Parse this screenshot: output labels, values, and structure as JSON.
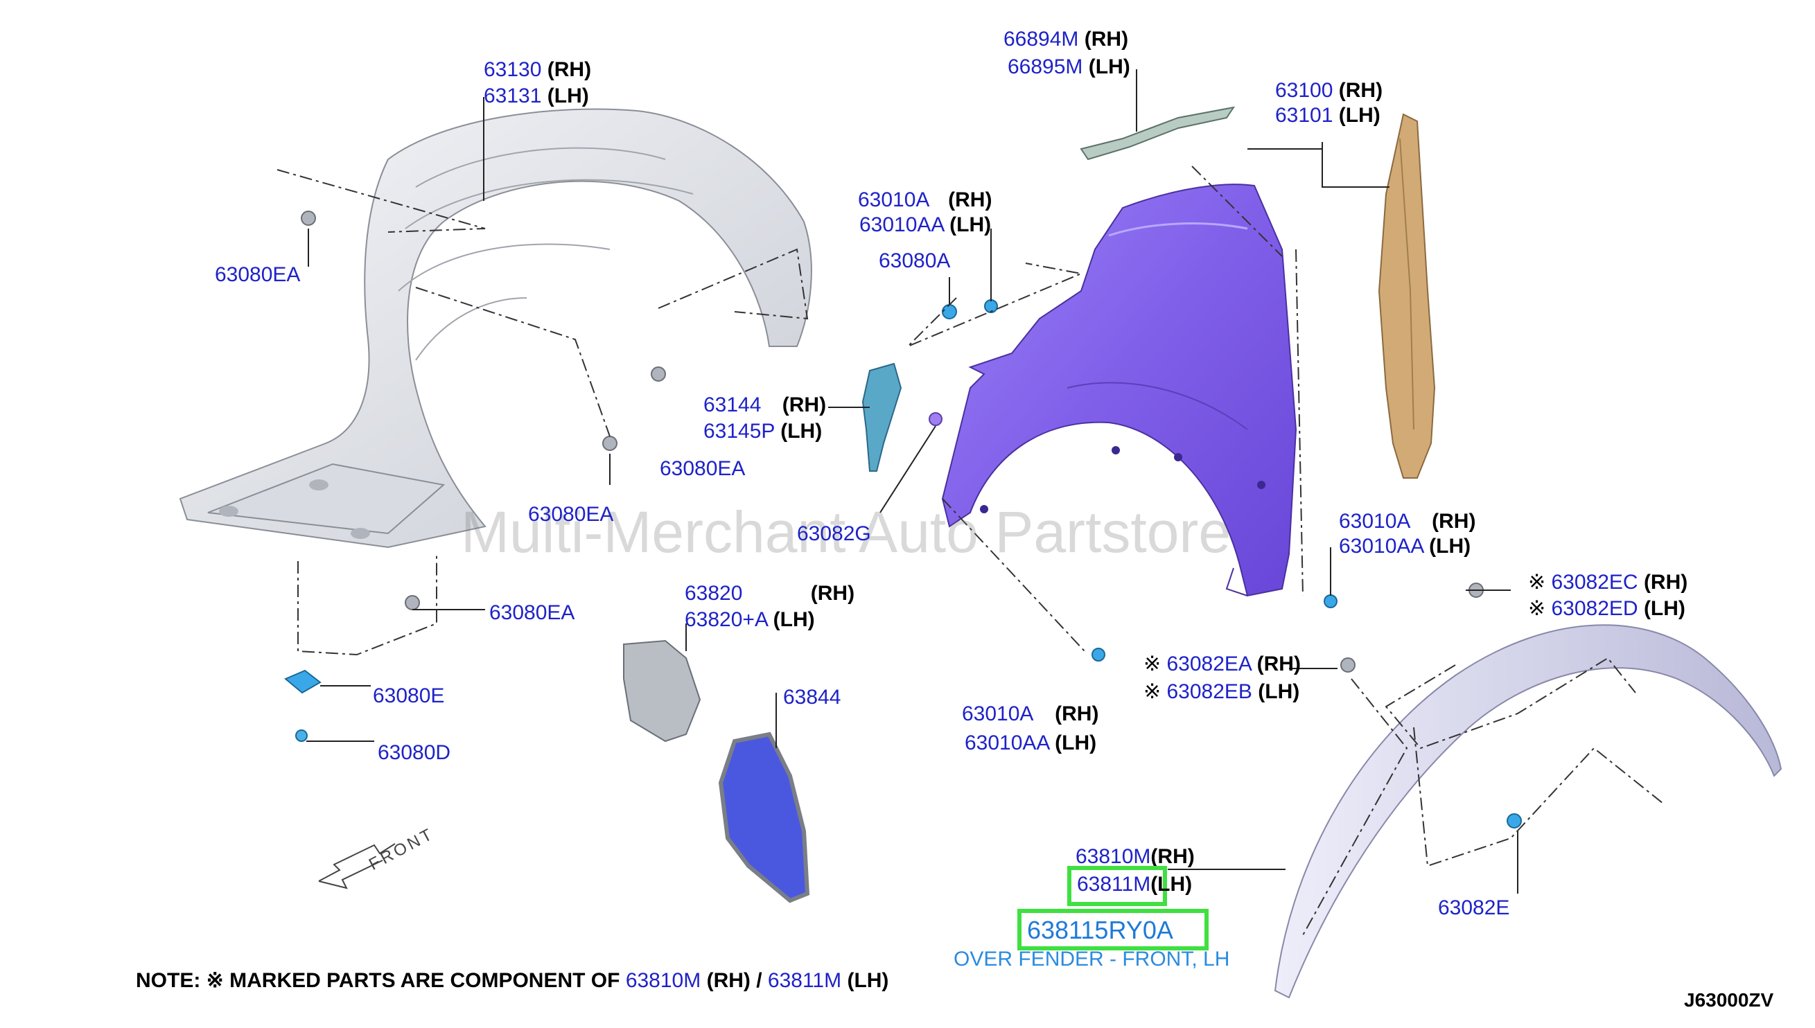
{
  "watermark": "Multi-Merchant Auto Partstore",
  "diagram_code": "J63000ZV",
  "front_label": "FRONT",
  "labels": {
    "p63130": "63130",
    "p63131": "63131",
    "p63080EA_a": "63080EA",
    "p63080EA_b": "63080EA",
    "p63080EA_c": "63080EA",
    "p63080EA_d": "63080EA",
    "p63080E": "63080E",
    "p63080D": "63080D",
    "p66894M": "66894M",
    "p66895M": "66895M",
    "p63100": "63100",
    "p63101": "63101",
    "p63010A_a": "63010A",
    "p63010AA_a": "63010AA",
    "p63080A": "63080A",
    "p63144": "63144",
    "p63145P": "63145P",
    "p63082G": "63082G",
    "p63010A_b": "63010A",
    "p63010AA_b": "63010AA",
    "p63010A_c": "63010A",
    "p63010AA_c": "63010AA",
    "p63820": "63820",
    "p63820A": "63820+A",
    "p63844": "63844",
    "p63082EC": "63082EC",
    "p63082ED": "63082ED",
    "p63082EA": "63082EA",
    "p63082EB": "63082EB",
    "p63810M": "63810M",
    "p63811M": "63811M",
    "p63082E": "63082E"
  },
  "sides": {
    "rh": "(RH)",
    "lh": "(LH)"
  },
  "mark": "※",
  "highlight": {
    "part_number": "638115RY0A",
    "description": "OVER FENDER - FRONT, LH"
  },
  "note": {
    "prefix": "NOTE: ※ MARKED PARTS ARE COMPONENT OF",
    "part_rh": "63810M",
    "rh": "(RH)",
    "slash": "/",
    "part_lh": "63811M",
    "lh": "(LH)"
  },
  "colors": {
    "part_number": "#1e22c8",
    "fender": "#8c6cf0",
    "liner": "#e6e8ec",
    "seal": "#c8a070",
    "over_fender": "#d8d8ee",
    "highlight_box": "#3fe040",
    "highlight_text": "#1e7ad8"
  }
}
